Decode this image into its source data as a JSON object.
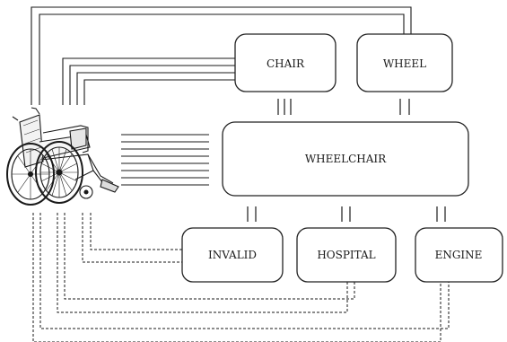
{
  "diagram": {
    "central_image": "wheelchair-image",
    "nodes": {
      "chair": "CHAIR",
      "wheel": "WHEEL",
      "wheelchair": "WHEELCHAIR",
      "invalid": "INVALID",
      "hospital": "HOSPITAL",
      "engine": "ENGINE"
    }
  }
}
